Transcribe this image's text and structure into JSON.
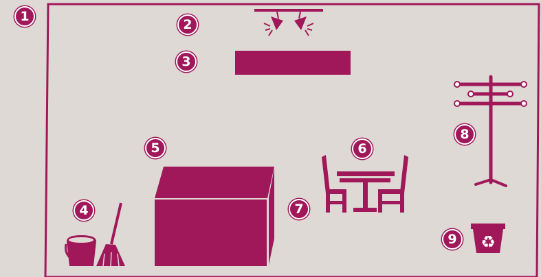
{
  "colors": {
    "background": "#ded9d4",
    "accent": "#a0185a",
    "marker_text": "#ffffff"
  },
  "markers": [
    {
      "label": "1",
      "refers_to": "room-outline"
    },
    {
      "label": "2",
      "refers_to": "spotlights"
    },
    {
      "label": "3",
      "refers_to": "banner"
    },
    {
      "label": "4",
      "refers_to": "bucket-and-broom"
    },
    {
      "label": "5",
      "refers_to": "counter-box"
    },
    {
      "label": "6",
      "refers_to": "table-and-chairs"
    },
    {
      "label": "7",
      "refers_to": "counter-box-side"
    },
    {
      "label": "8",
      "refers_to": "coat-rack"
    },
    {
      "label": "9",
      "refers_to": "recycle-bin"
    }
  ],
  "recycle_symbol": "♻"
}
